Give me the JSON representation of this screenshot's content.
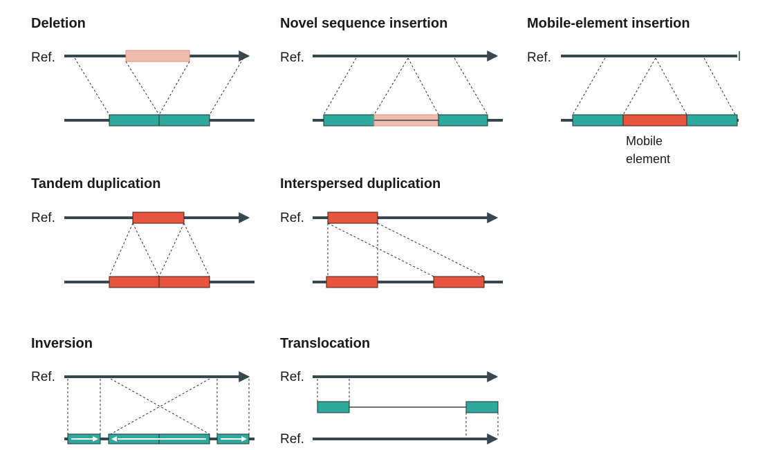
{
  "panels": {
    "deletion": {
      "title": "Deletion",
      "ref": "Ref."
    },
    "novel_insertion": {
      "title": "Novel sequence insertion",
      "ref": "Ref."
    },
    "mobile_insertion": {
      "title": "Mobile-element insertion",
      "ref": "Ref.",
      "note_line1": "Mobile",
      "note_line2": "element"
    },
    "tandem_duplication": {
      "title": "Tandem duplication",
      "ref": "Ref."
    },
    "interspersed_duplication": {
      "title": "Interspersed duplication",
      "ref": "Ref."
    },
    "inversion": {
      "title": "Inversion",
      "ref": "Ref."
    },
    "translocation": {
      "title": "Translocation",
      "ref_top": "Ref.",
      "ref_bottom": "Ref."
    }
  },
  "colors": {
    "chromosome_line": "#37474f",
    "flanking_segment": "#2ea99c",
    "inserted_or_duplicated_segment": "#e8553f",
    "deleted_or_novel_segment": "#f2bdb1"
  }
}
